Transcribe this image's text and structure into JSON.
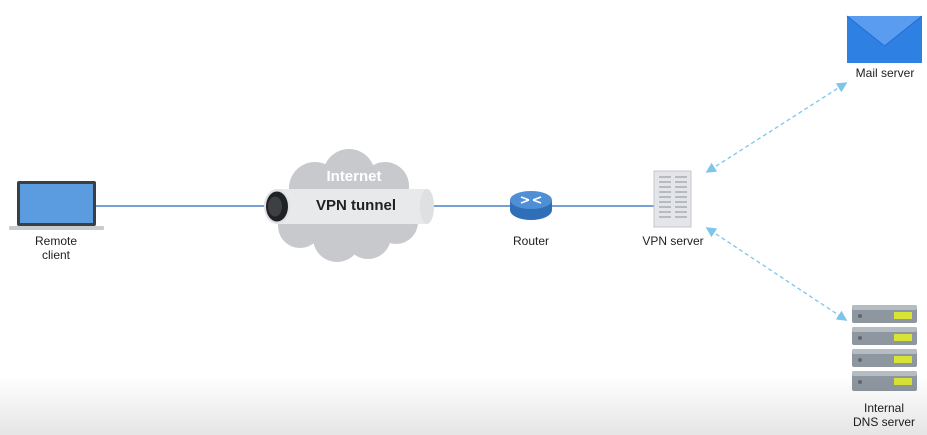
{
  "nodes": {
    "remote_client": {
      "label_line1": "Remote",
      "label_line2": "client",
      "icon": "laptop-icon"
    },
    "internet": {
      "label": "Internet",
      "icon": "cloud-icon"
    },
    "vpn_tunnel": {
      "label": "VPN tunnel",
      "icon": "tunnel-icon"
    },
    "router": {
      "label": "Router",
      "icon": "router-icon"
    },
    "vpn_server": {
      "label": "VPN server",
      "icon": "server-tower-icon"
    },
    "mail_server": {
      "label": "Mail server",
      "icon": "envelope-icon"
    },
    "dns_server": {
      "label_line1": "Internal",
      "label_line2": "DNS server",
      "icon": "server-rack-icon"
    }
  },
  "colors": {
    "link": "#4a80c8",
    "dashed_link": "#7cc6ea",
    "cloud": "#c7c9cc",
    "tunnel": "#e8e9ea",
    "laptop_screen": "#5b9be0",
    "router": "#4f8fd6",
    "envelope": "#2f80e3",
    "rack_accent": "#d7e336"
  }
}
